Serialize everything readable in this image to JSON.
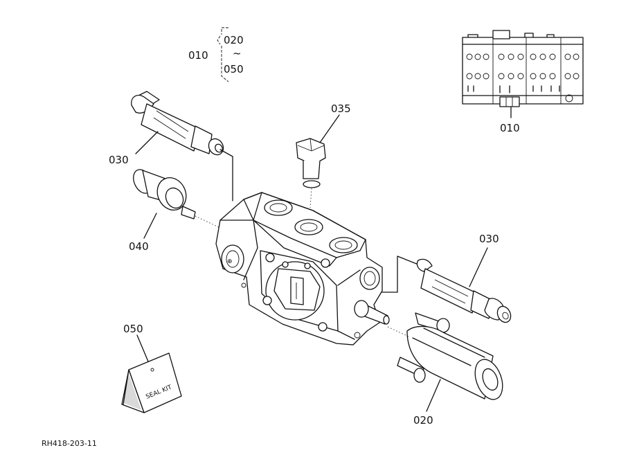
{
  "group_label": {
    "code": "010",
    "range_start": "020",
    "range_sep": "~",
    "range_end": "050"
  },
  "callouts": {
    "relief_valve_left": "030",
    "plug": "035",
    "inlet_fitting": "040",
    "relief_valve_right": "030",
    "seal_kit": "050",
    "solenoid": "020",
    "inset_assembly": "010"
  },
  "seal_kit_text": "SEAL KIT",
  "drawing_code": "RH418-203-11"
}
